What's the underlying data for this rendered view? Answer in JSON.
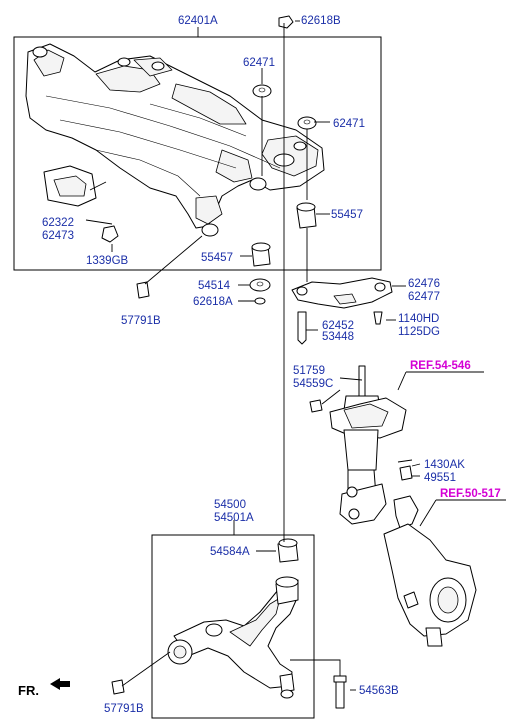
{
  "labels": {
    "p62401A": "62401A",
    "p62618B": "62618B",
    "p62471_top": "62471",
    "p62471_right": "62471",
    "p62322": "62322",
    "p62473": "62473",
    "p55457_right": "55457",
    "p1339GB": "1339GB",
    "p55457_left": "55457",
    "p54514": "54514",
    "p62618A": "62618A",
    "p62476": "62476",
    "p62477": "62477",
    "p57791B_top": "57791B",
    "p1140HD": "1140HD",
    "p1125DG": "1125DG",
    "p62452": "62452",
    "p53448": "53448",
    "p51759": "51759",
    "p54559C": "54559C",
    "ref54": "REF.54-546",
    "p1430AK": "1430AK",
    "p49551": "49551",
    "ref50": "REF.50-517",
    "p54500": "54500",
    "p54501A": "54501A",
    "p54584A": "54584A",
    "p54563B": "54563B",
    "fr": "FR.",
    "p57791B_bottom": "57791B"
  },
  "colors": {
    "label_blue": "#1b2fa8",
    "ref_magenta": "#d400d4",
    "line_black": "#000000"
  }
}
